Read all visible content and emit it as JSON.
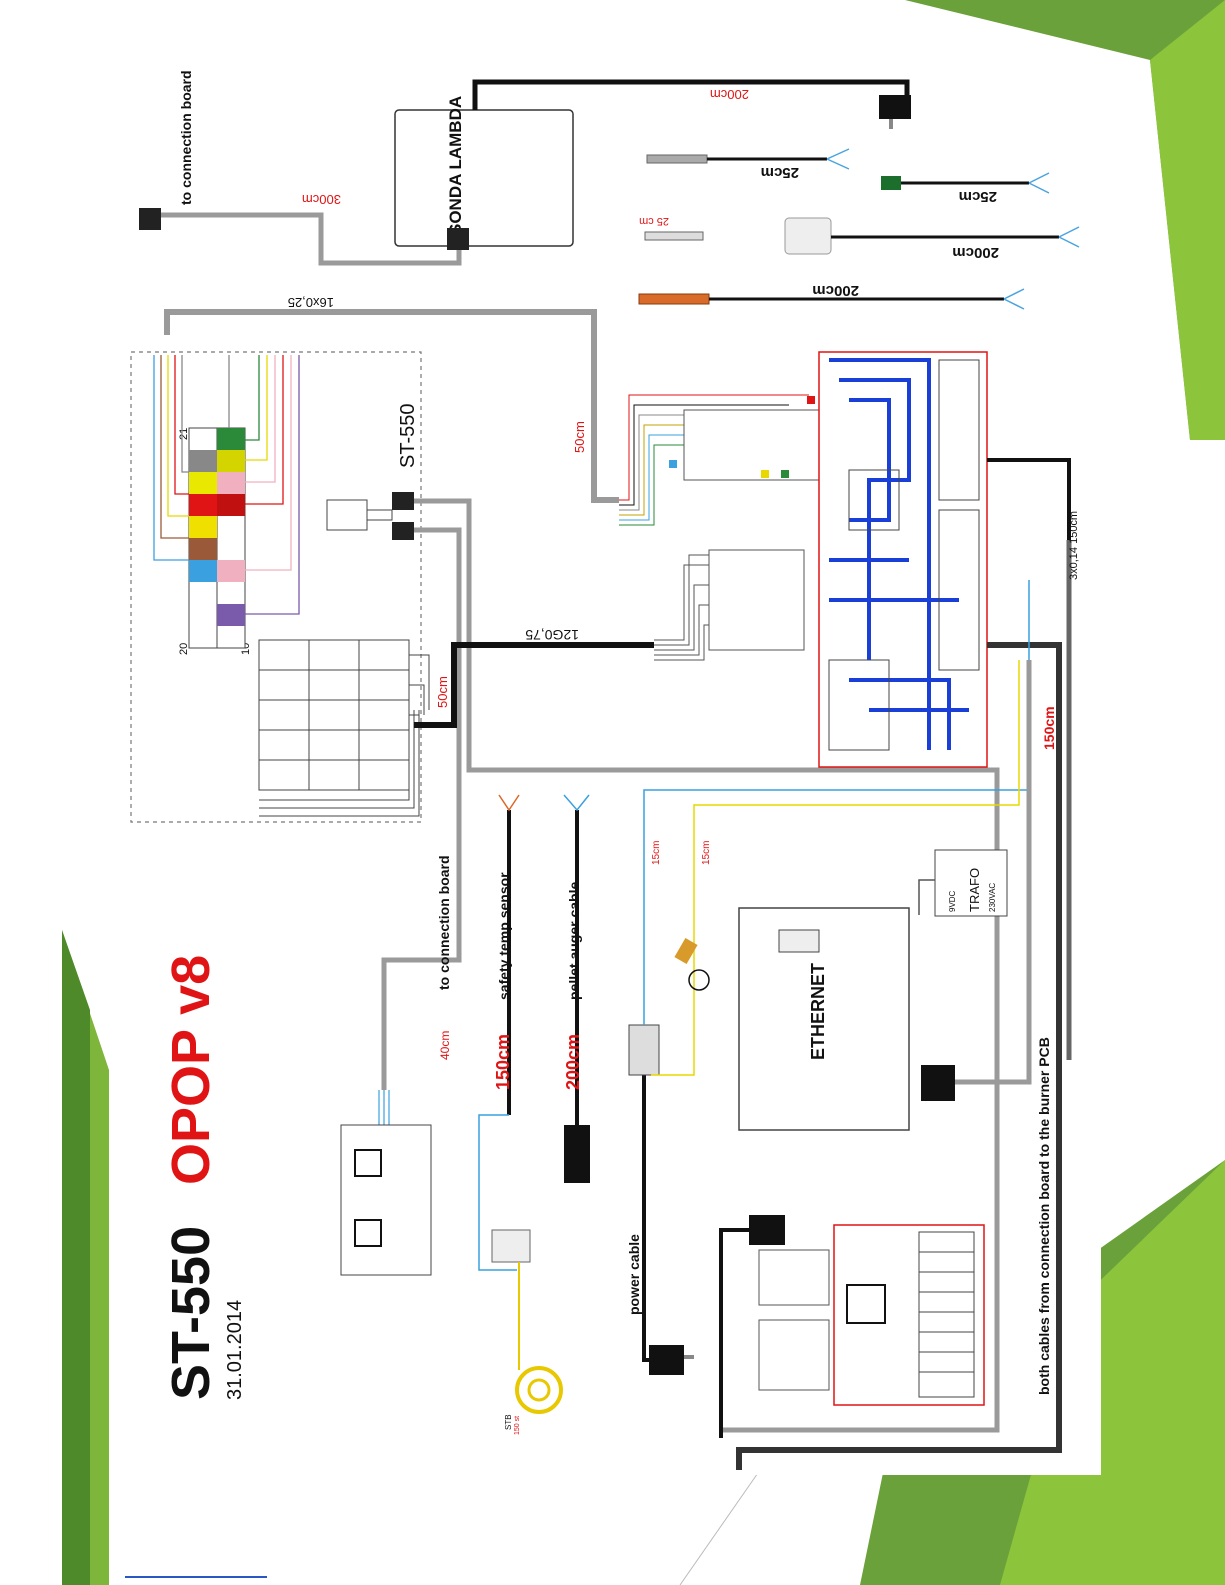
{
  "title": {
    "main": "ST-550",
    "product": "OPOP v8",
    "date": "31.01.2014"
  },
  "labels": {
    "to_connection_board_top": "to connection board",
    "to_connection_board": "to connection board",
    "sonda": "SONDA LAMBDA",
    "st550": "ST-550",
    "safety_temp_sensor": "safety temp sensor",
    "pellet_auger_cable": "pellet auger cable",
    "power_cable": "power cable",
    "both_cables": "both cables from connection board to the burner PCB",
    "ethernet": "ETHERNET",
    "trafo": "TRAFO",
    "trafo_in": "230VAC",
    "trafo_out": "9VDC",
    "stb": "STB",
    "stb_temp": "150 st",
    "num_20": "20",
    "num_21": "21",
    "num_10": "10"
  },
  "lengths": {
    "l300": "300cm",
    "l200_top": "200cm",
    "l25_a": "25cm",
    "l25_b": "25cm",
    "l25_small": "25 cm",
    "l200_b": "200cm",
    "l200_c": "200cm",
    "c16": "16x0,25",
    "l50_a": "50cm",
    "c12": "12G0,75",
    "l50_b": "50cm",
    "l40": "40cm",
    "l150_a": "150cm",
    "l200_d": "200cm",
    "l15_a": "15cm",
    "l15_b": "15cm",
    "l150_b": "150cm",
    "c3": "3x0,14 150cm"
  },
  "colors": {
    "accent_red": "#e01414",
    "slide_green_dark": "#4f8a2a",
    "slide_green_light": "#8cc43c",
    "cable_gray": "#9a9a9a",
    "cable_black": "#111111",
    "pcb_blue": "#1a3fd6"
  }
}
